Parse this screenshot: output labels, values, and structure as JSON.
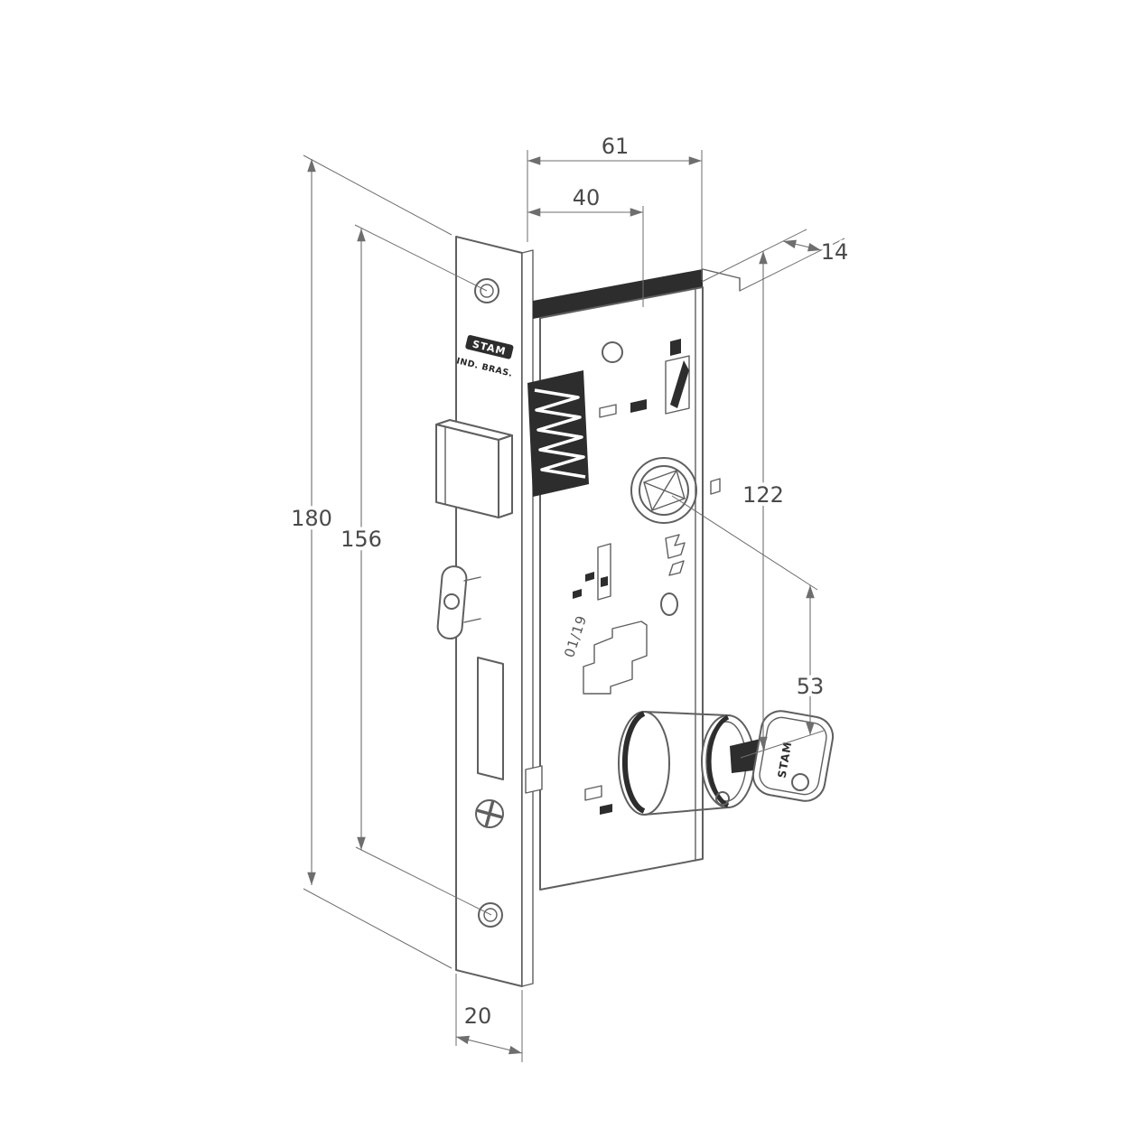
{
  "dims": {
    "d180": "180",
    "d156": "156",
    "d61": "61",
    "d40": "40",
    "d14": "14",
    "d122": "122",
    "d53": "53",
    "d20": "20"
  },
  "labels": {
    "brand": "STAM",
    "brand_sub": "IND. BRAS.",
    "date_stamp": "01/19",
    "key_brand": "STAM"
  },
  "colors": {
    "line": "#5f5f5f",
    "dim_line": "#6e6e6e",
    "dark_fill": "#2d2d2d",
    "text": "#4a4a4a",
    "background": "#ffffff"
  }
}
